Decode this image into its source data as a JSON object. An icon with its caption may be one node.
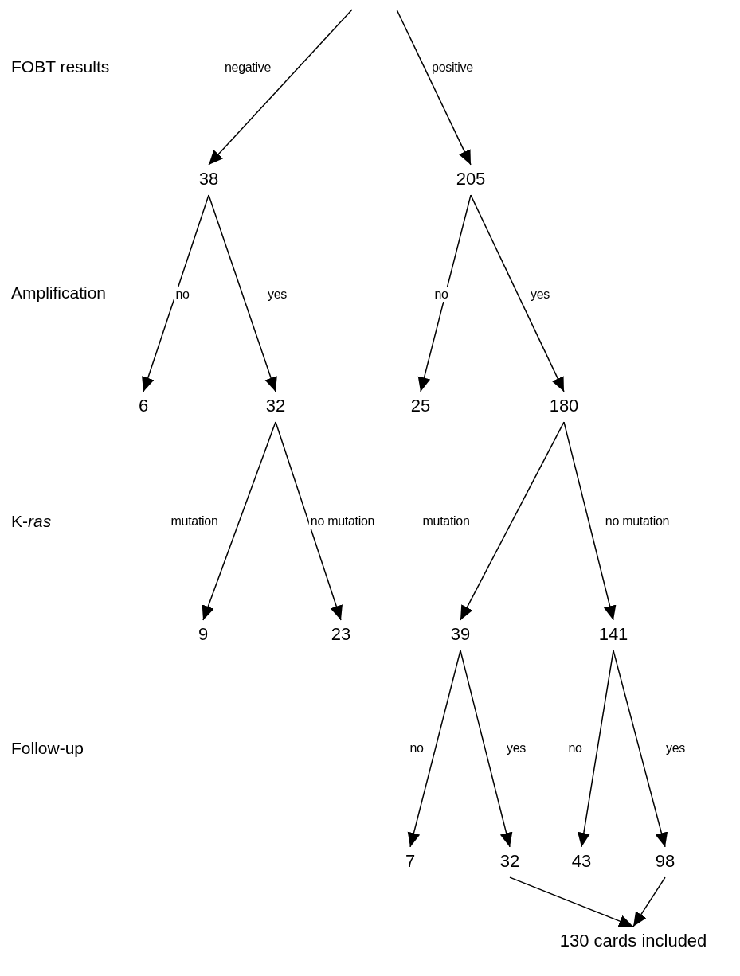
{
  "diagram": {
    "nodes": [
      {
        "text": [
          "38"
        ]
      },
      {
        "text": [
          "205"
        ]
      },
      {
        "text": [
          "6"
        ]
      },
      {
        "text": [
          "32"
        ]
      },
      {
        "text": [
          "25"
        ]
      },
      {
        "text": [
          "180"
        ]
      },
      {
        "text": [
          "9"
        ]
      },
      {
        "text": [
          "23"
        ]
      },
      {
        "text": [
          "39"
        ]
      },
      {
        "text": [
          "141"
        ]
      },
      {
        "text": [
          "7"
        ]
      },
      {
        "text": [
          "32"
        ]
      },
      {
        "text": [
          "43"
        ]
      },
      {
        "text": [
          "98"
        ]
      },
      {
        "text": [
          "130 cards included"
        ]
      }
    ],
    "edges": [
      {
        "from": null,
        "to": 0,
        "arrow": "to",
        "label": "negative"
      },
      {
        "from": null,
        "to": 1,
        "arrow": "to",
        "label": "positive"
      },
      {
        "from": 0,
        "to": 2,
        "arrow": "to",
        "label": "no"
      },
      {
        "from": 0,
        "to": 3,
        "arrow": "to",
        "label": "yes"
      },
      {
        "from": 1,
        "to": 4,
        "arrow": "to",
        "label": "no"
      },
      {
        "from": 1,
        "to": 5,
        "arrow": "to",
        "label": "yes"
      },
      {
        "from": 3,
        "to": 6,
        "arrow": "to",
        "label": "mutation"
      },
      {
        "from": 3,
        "to": 7,
        "arrow": "to",
        "label": "no mutation"
      },
      {
        "from": 5,
        "to": 8,
        "arrow": "to",
        "label": "mutation"
      },
      {
        "from": 5,
        "to": 9,
        "arrow": "to",
        "label": "no mutation"
      },
      {
        "from": 8,
        "to": 10,
        "arrow": "to",
        "label": "no"
      },
      {
        "from": 8,
        "to": 11,
        "arrow": "to",
        "label": "yes"
      },
      {
        "from": 9,
        "to": 12,
        "arrow": "to",
        "label": "no"
      },
      {
        "from": 9,
        "to": 13,
        "arrow": "to",
        "label": "yes"
      },
      {
        "from": 11,
        "to": 14,
        "arrow": "to"
      },
      {
        "from": 13,
        "to": 14,
        "arrow": "to"
      }
    ],
    "labels": [
      "FOBT results",
      "Amplification",
      "K-*ras*",
      "Follow-up"
    ]
  }
}
